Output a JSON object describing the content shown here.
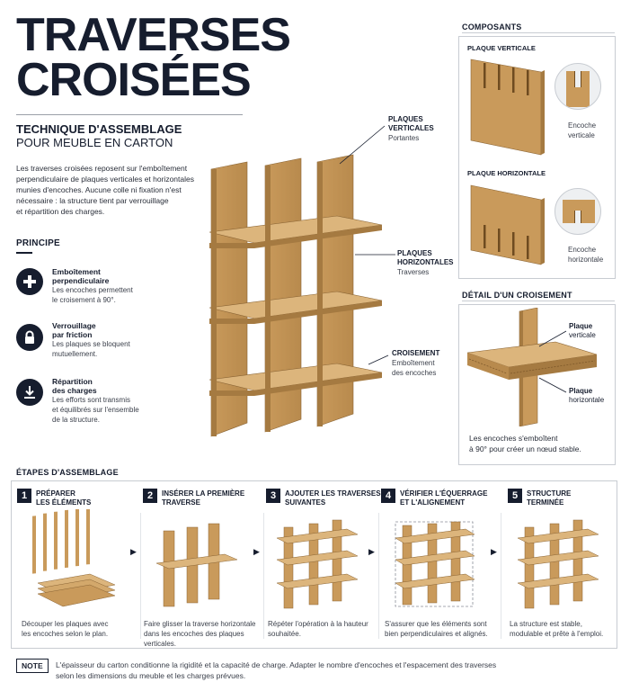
{
  "title": {
    "line1": "TRAVERSES",
    "line2": "CROISÉES"
  },
  "subtitle": {
    "line1": "TECHNIQUE D'ASSEMBLAGE",
    "line2": "POUR MEUBLE EN CARTON"
  },
  "intro": [
    "Les traverses croisées reposent sur l'emboîtement",
    "perpendiculaire de plaques verticales et horizontales",
    "munies d'encoches. Aucune colle ni fixation n'est",
    "nécessaire : la structure tient par verrouillage",
    "et répartition des charges."
  ],
  "principle": {
    "heading": "PRINCIPE",
    "items": [
      {
        "icon": "plus-icon",
        "title1": "Emboîtement",
        "title2": "perpendiculaire",
        "desc1": "Les encoches permettent",
        "desc2": "le croisement à 90°.",
        "desc3": ""
      },
      {
        "icon": "lock-icon",
        "title1": "Verrouillage",
        "title2": "par friction",
        "desc1": "Les plaques se bloquent",
        "desc2": "mutuellement.",
        "desc3": ""
      },
      {
        "icon": "download-icon",
        "title1": "Répartition",
        "title2": "des charges",
        "desc1": "Les efforts sont transmis",
        "desc2": "et équilibrés sur l'ensemble",
        "desc3": "de la structure."
      }
    ]
  },
  "callouts": [
    {
      "l1": "PLAQUES",
      "l2": "VERTICALES",
      "sub1": "Portantes",
      "sub2": ""
    },
    {
      "l1": "PLAQUES",
      "l2": "HORIZONTALES",
      "sub1": "Traverses",
      "sub2": ""
    },
    {
      "l1": "CROISEMENT",
      "l2": "",
      "sub1": "Emboîtement",
      "sub2": "des encoches"
    }
  ],
  "components": {
    "heading": "COMPOSANTS",
    "vertical": {
      "label": "PLAQUE VERTICALE",
      "note1": "Encoche",
      "note2": "verticale"
    },
    "horizontal": {
      "label": "PLAQUE HORIZONTALE",
      "note1": "Encoche",
      "note2": "horizontale"
    }
  },
  "detail": {
    "heading": "DÉTAIL D'UN CROISEMENT",
    "vlabel1": "Plaque",
    "vlabel2": "verticale",
    "hlabel1": "Plaque",
    "hlabel2": "horizontale",
    "cap1": "Les encoches s'emboîtent",
    "cap2": "à 90° pour créer un nœud stable."
  },
  "steps": {
    "heading": "ÉTAPES D'ASSEMBLAGE",
    "items": [
      {
        "n": "1",
        "t1": "PRÉPARER",
        "t2": "LES ÉLÉMENTS",
        "d1": "Découper les plaques avec",
        "d2": "les encoches selon le plan.",
        "d3": ""
      },
      {
        "n": "2",
        "t1": "INSÉRER LA PREMIÈRE",
        "t2": "TRAVERSE",
        "d1": "Faire glisser la traverse horizontale",
        "d2": "dans les encoches des plaques",
        "d3": "verticales."
      },
      {
        "n": "3",
        "t1": "AJOUTER LES TRAVERSES",
        "t2": "SUIVANTES",
        "d1": "Répéter l'opération à la hauteur",
        "d2": "souhaitée.",
        "d3": ""
      },
      {
        "n": "4",
        "t1": "VÉRIFIER L'ÉQUERRAGE",
        "t2": "ET L'ALIGNEMENT",
        "d1": "S'assurer que les éléments sont",
        "d2": "bien perpendiculaires et alignés.",
        "d3": ""
      },
      {
        "n": "5",
        "t1": "STRUCTURE",
        "t2": "TERMINÉE",
        "d1": "La structure est stable,",
        "d2": "modulable et prête à l'emploi.",
        "d3": ""
      }
    ]
  },
  "note": {
    "label": "NOTE",
    "l1": "L'épaisseur du carton conditionne la rigidité et la capacité de charge. Adapter le nombre d'encoches et l'espacement des traverses",
    "l2": "selon les dimensions du meuble et les charges prévues."
  },
  "colors": {
    "navy": "#161d2e",
    "cardboard": "#c99a5b",
    "cardboard_dark": "#a57a41",
    "cardboard_light": "#dcb57c"
  }
}
